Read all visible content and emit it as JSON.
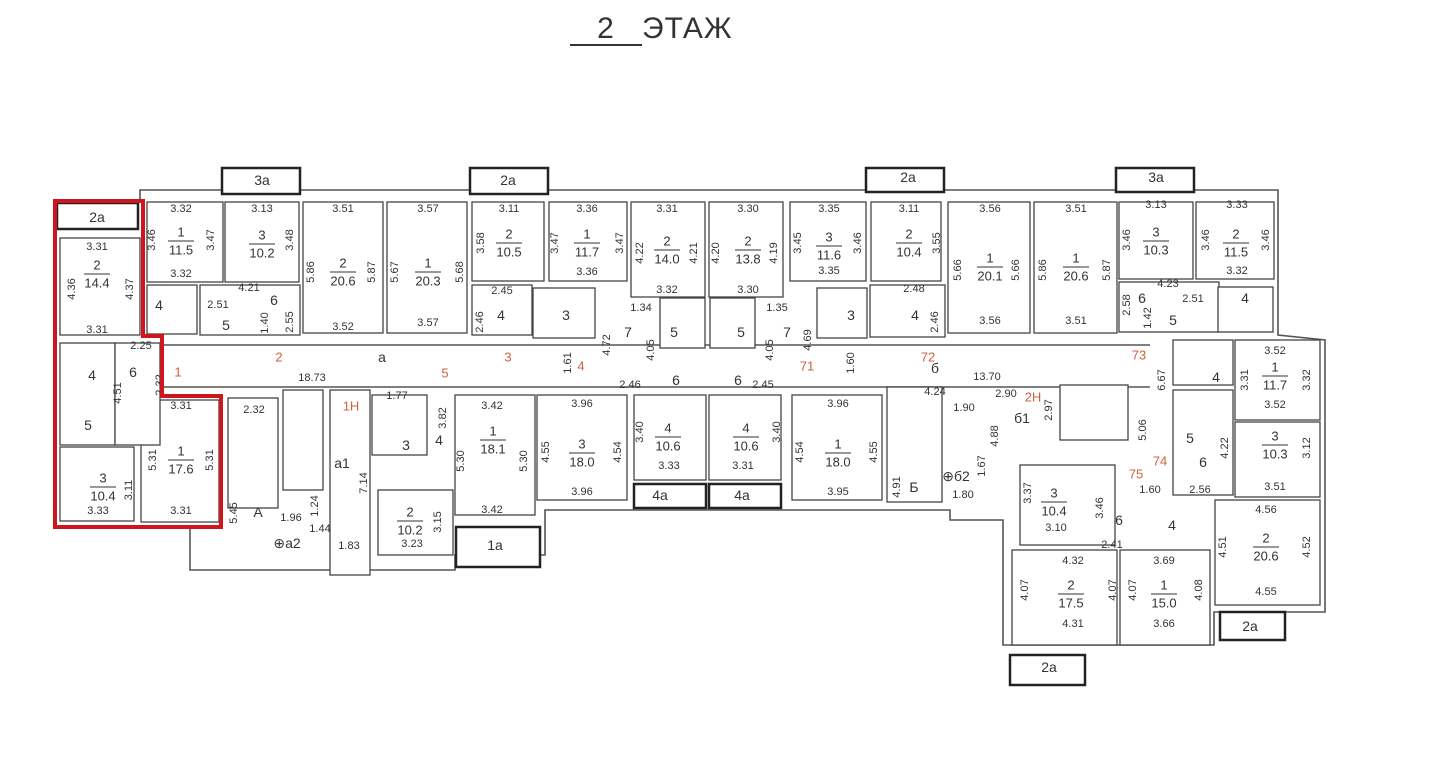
{
  "title": {
    "floor": "2",
    "label": "ЭТАЖ"
  },
  "highlight_color": "#d0161d",
  "rooms": [
    {
      "n": "2",
      "area": "14.4"
    },
    {
      "n": "1",
      "area": "17.6"
    },
    {
      "n": "3",
      "area": "10.4"
    },
    {
      "n": "1",
      "area": "11.5"
    },
    {
      "n": "3",
      "area": "10.2"
    },
    {
      "n": "2",
      "area": "20.6"
    },
    {
      "n": "1",
      "area": "20.3"
    },
    {
      "n": "2",
      "area": "10.5"
    },
    {
      "n": "1",
      "area": "11.7"
    },
    {
      "n": "2",
      "area": "14.0"
    },
    {
      "n": "2",
      "area": "13.8"
    },
    {
      "n": "3",
      "area": "11.6"
    },
    {
      "n": "2",
      "area": "10.4"
    },
    {
      "n": "1",
      "area": "20.1"
    },
    {
      "n": "1",
      "area": "20.6"
    },
    {
      "n": "3",
      "area": "10.3"
    },
    {
      "n": "2",
      "area": "11.5"
    },
    {
      "n": "2",
      "area": "10.2"
    },
    {
      "n": "1",
      "area": "18.1"
    },
    {
      "n": "3",
      "area": "18.0"
    },
    {
      "n": "4",
      "area": "10.6"
    },
    {
      "n": "4",
      "area": "10.6"
    },
    {
      "n": "1",
      "area": "18.0"
    },
    {
      "n": "3",
      "area": "10.4"
    },
    {
      "n": "2",
      "area": "17.5"
    },
    {
      "n": "1",
      "area": "15.0"
    },
    {
      "n": "2",
      "area": "20.6"
    },
    {
      "n": "1",
      "area": "11.7"
    },
    {
      "n": "3",
      "area": "10.3"
    }
  ],
  "labels": [
    "4",
    "6",
    "5",
    "4",
    "5",
    "6",
    "4",
    "3",
    "7",
    "5",
    "6",
    "5",
    "6",
    "7",
    "3",
    "4",
    "6",
    "5",
    "4",
    "4",
    "5",
    "6",
    "6",
    "4",
    "3",
    "4",
    "б1",
    "4a",
    "4a",
    "1a",
    "2a",
    "3a",
    "2a",
    "2a",
    "3a",
    "2a",
    "2a",
    "а",
    "б",
    "а1",
    "А",
    "Б",
    "⊕а2",
    "⊕б2"
  ],
  "markers": [
    "1",
    "2",
    "3",
    "5",
    "4",
    "71",
    "72",
    "73",
    "1Н",
    "2Н",
    "74",
    "75"
  ],
  "dims": [
    "3.31",
    "4.36",
    "4.37",
    "3.31",
    "2.25",
    "2.32",
    "4.51",
    "3.31",
    "5.31",
    "5.31",
    "3.11",
    "3.33",
    "3.31",
    "3.32",
    "3.46",
    "3.47",
    "3.32",
    "3.13",
    "3.48",
    "4.21",
    "2.51",
    "1.40",
    "2.55",
    "3.51",
    "5.86",
    "5.87",
    "3.52",
    "3.57",
    "5.67",
    "5.68",
    "3.57",
    "3.11",
    "3.58",
    "2.45",
    "2.46",
    "3.36",
    "3.47",
    "3.47",
    "3.36",
    "3.31",
    "4.22",
    "4.21",
    "3.32",
    "3.30",
    "4.20",
    "4.19",
    "3.30",
    "3.35",
    "3.45",
    "3.46",
    "3.35",
    "3.11",
    "3.55",
    "2.48",
    "2.46",
    "3.56",
    "5.66",
    "5.66",
    "3.56",
    "3.51",
    "5.86",
    "5.87",
    "3.51",
    "3.13",
    "3.46",
    "3.33",
    "3.46",
    "3.46",
    "3.32",
    "4.23",
    "2.51",
    "2.58",
    "1.42",
    "18.73",
    "1.77",
    "3.82",
    "1.34",
    "4.72",
    "4.05",
    "1.61",
    "2.46",
    "2.45",
    "4.05",
    "4.69",
    "1.35",
    "1.60",
    "13.70",
    "4.24",
    "2.90",
    "1.90",
    "2.97",
    "4.88",
    "6.67",
    "5.06",
    "1.60",
    "4.22",
    "2.56",
    "3.52",
    "3.31",
    "3.32",
    "3.52",
    "3.12",
    "3.51",
    "2.32",
    "5.45",
    "1.96",
    "1.24",
    "1.44",
    "1.83",
    "7.14",
    "5.30",
    "3.42",
    "5.30",
    "3.42",
    "3.15",
    "3.23",
    "3.96",
    "4.55",
    "4.54",
    "3.96",
    "3.40",
    "3.33",
    "3.40",
    "3.31",
    "3.96",
    "4.54",
    "4.55",
    "3.95",
    "4.91",
    "1.67",
    "1.80",
    "3.37",
    "3.10",
    "3.46",
    "2.41",
    "4.32",
    "4.07",
    "4.07",
    "4.31",
    "3.69",
    "4.07",
    "4.08",
    "3.66",
    "4.56",
    "4.51",
    "4.52",
    "4.55"
  ]
}
